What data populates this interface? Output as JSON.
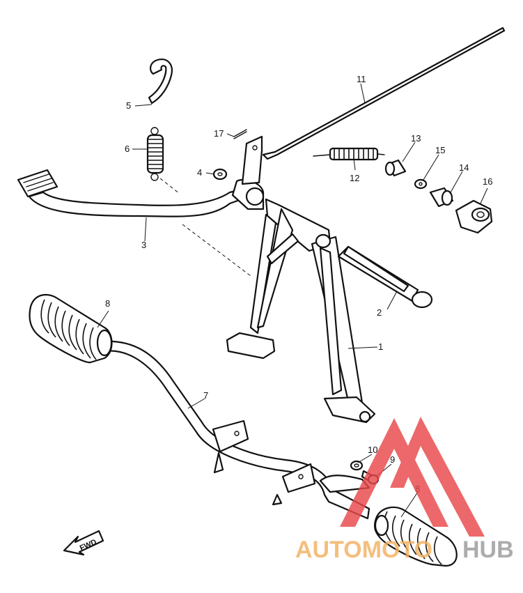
{
  "callouts": [
    {
      "id": "c1",
      "label": "1"
    },
    {
      "id": "c2",
      "label": "2"
    },
    {
      "id": "c3",
      "label": "3"
    },
    {
      "id": "c4",
      "label": "4"
    },
    {
      "id": "c5",
      "label": "5"
    },
    {
      "id": "c6",
      "label": "6"
    },
    {
      "id": "c7",
      "label": "7"
    },
    {
      "id": "c8a",
      "label": "8"
    },
    {
      "id": "c8b",
      "label": "8"
    },
    {
      "id": "c9",
      "label": "9"
    },
    {
      "id": "c10",
      "label": "10"
    },
    {
      "id": "c11",
      "label": "11"
    },
    {
      "id": "c12",
      "label": "12"
    },
    {
      "id": "c13",
      "label": "13"
    },
    {
      "id": "c14",
      "label": "14"
    },
    {
      "id": "c15",
      "label": "15"
    },
    {
      "id": "c16",
      "label": "16"
    },
    {
      "id": "c17",
      "label": "17"
    }
  ],
  "direction_arrow": {
    "label": "FWD"
  },
  "watermark": {
    "text_part1": "AUTOMOTO",
    "text_part2": "HUB",
    "color_red": "#e8484a",
    "color_orange": "#f3b060",
    "color_gray": "#9a9a9a"
  }
}
